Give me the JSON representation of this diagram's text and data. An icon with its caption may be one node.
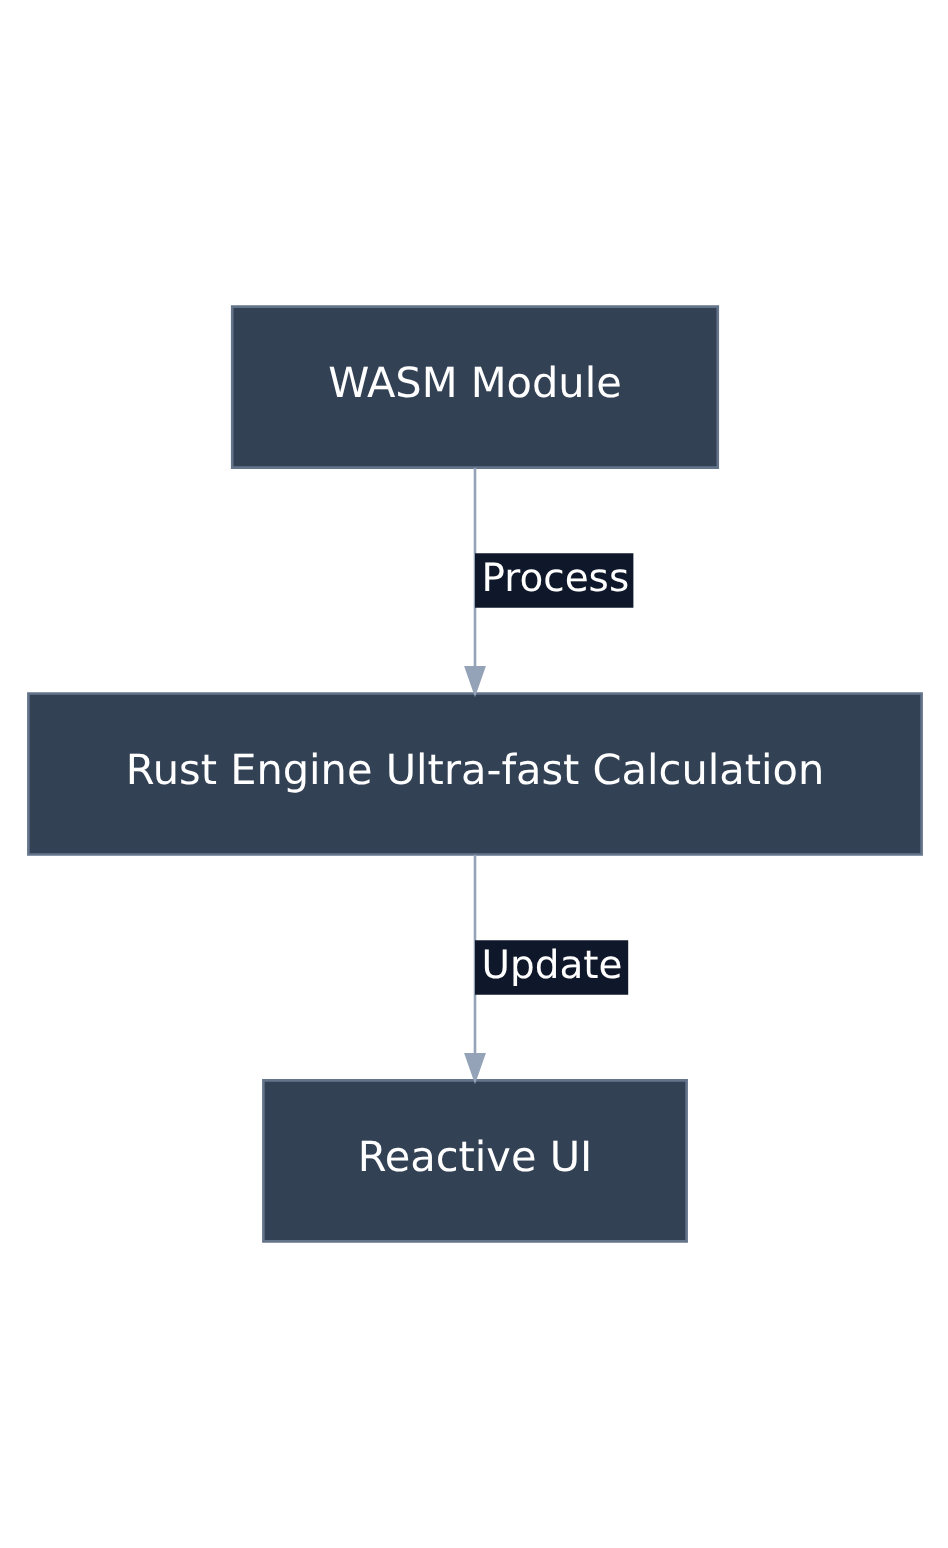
{
  "diagram": {
    "nodes": [
      {
        "text": [
          "WASM Module"
        ]
      },
      {
        "text": [
          "Rust Engine Ultra-fast Calculation"
        ]
      },
      {
        "text": [
          "Reactive UI"
        ]
      }
    ],
    "edges": [
      {
        "from": 0,
        "to": 1,
        "arrow": "to",
        "label": "Process"
      },
      {
        "from": 1,
        "to": 2,
        "arrow": "to",
        "label": "Update"
      }
    ]
  }
}
